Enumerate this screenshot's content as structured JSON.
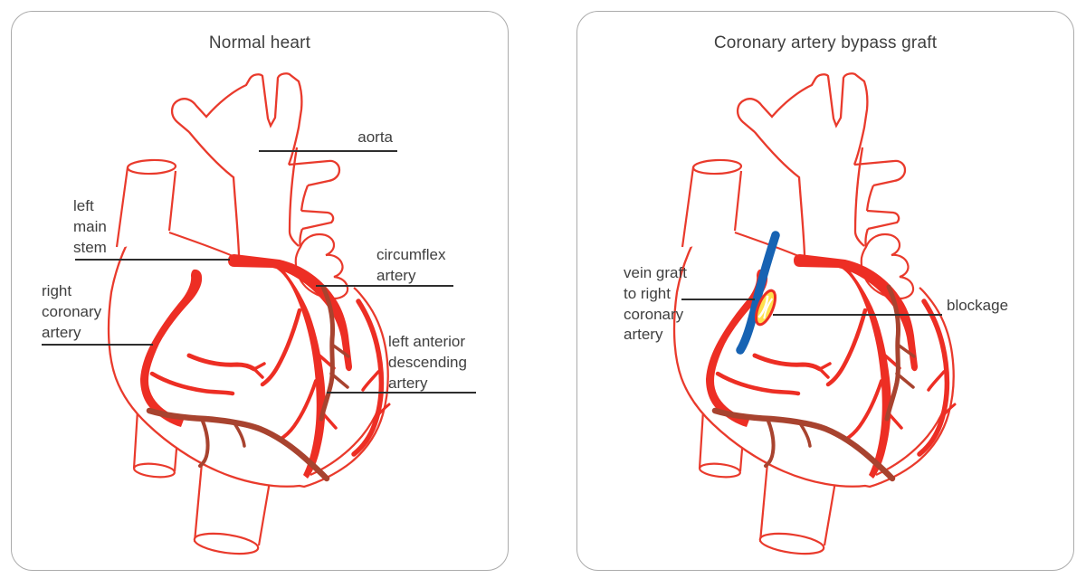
{
  "figure": {
    "type": "medical-diagram",
    "subject": "Comparison of a normal heart and a heart with a coronary artery bypass graft"
  },
  "colors": {
    "outline_red": "#e93a2c",
    "artery_red": "#ed2e24",
    "dark_artery": "#a8432f",
    "graft_blue": "#1763b3",
    "blockage_yellow": "#ffe14f",
    "label_text": "#3f3f3f",
    "leader_line": "#2e2e2e",
    "panel_border": "#ababab"
  },
  "panels": [
    {
      "title": "Normal heart",
      "labels": {
        "aorta": "aorta",
        "left_main_stem": "left\nmain\nstem",
        "right_coronary_artery": "right\ncoronary\nartery",
        "circumflex_artery": "circumflex\nartery",
        "left_anterior_descending_artery": "left anterior\ndescending\nartery"
      }
    },
    {
      "title": "Coronary artery bypass graft",
      "labels": {
        "vein_graft": "vein graft\nto right\ncoronary\nartery",
        "blockage": "blockage"
      }
    }
  ]
}
